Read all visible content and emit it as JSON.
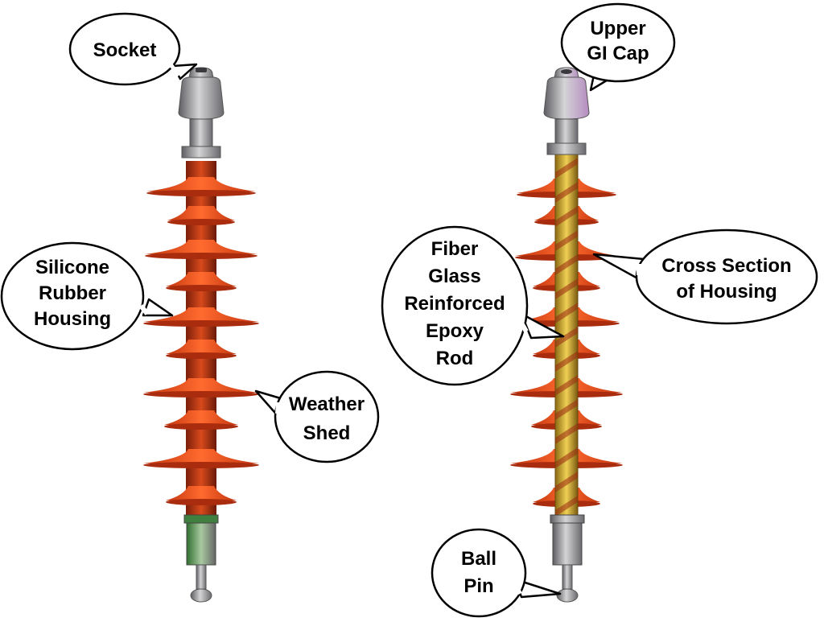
{
  "diagram": {
    "colors": {
      "shed": "#f04b1f",
      "shed_dark": "#b8300f",
      "metal": "#a7a7aa",
      "metal_dark": "#5e5e62",
      "rod": "#d9b53a",
      "bubble_fill": "#ffffff",
      "bubble_stroke": "#000000"
    },
    "left_insulator": {
      "labels": {
        "socket": "Socket",
        "housing_line1": "Silicone",
        "housing_line2": "Rubber",
        "housing_line3": "Housing",
        "shed_line1": "Weather",
        "shed_line2": "Shed"
      }
    },
    "right_insulator": {
      "labels": {
        "cap_line1": "Upper",
        "cap_line2": "GI Cap",
        "rod_line1": "Fiber",
        "rod_line2": "Glass",
        "rod_line3": "Reinforced",
        "rod_line4": "Epoxy",
        "rod_line5": "Rod",
        "section_line1": "Cross Section",
        "section_line2": "of Housing",
        "pin_line1": "Ball",
        "pin_line2": "Pin"
      }
    }
  }
}
